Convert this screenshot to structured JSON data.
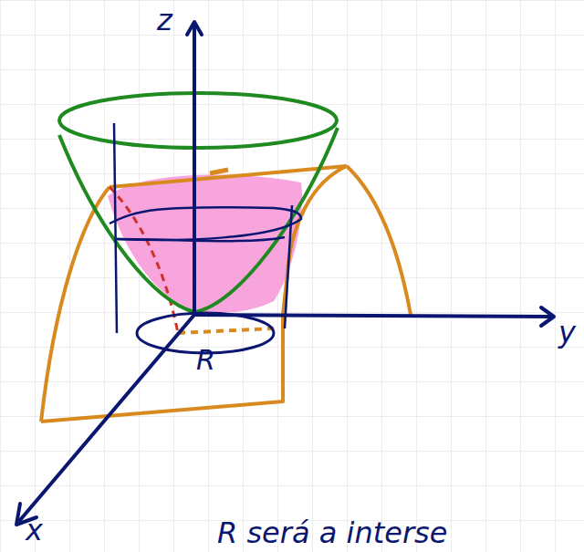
{
  "diagram": {
    "labels": [
      "z",
      "y",
      "x",
      "R",
      "R será a interse"
    ]
  }
}
